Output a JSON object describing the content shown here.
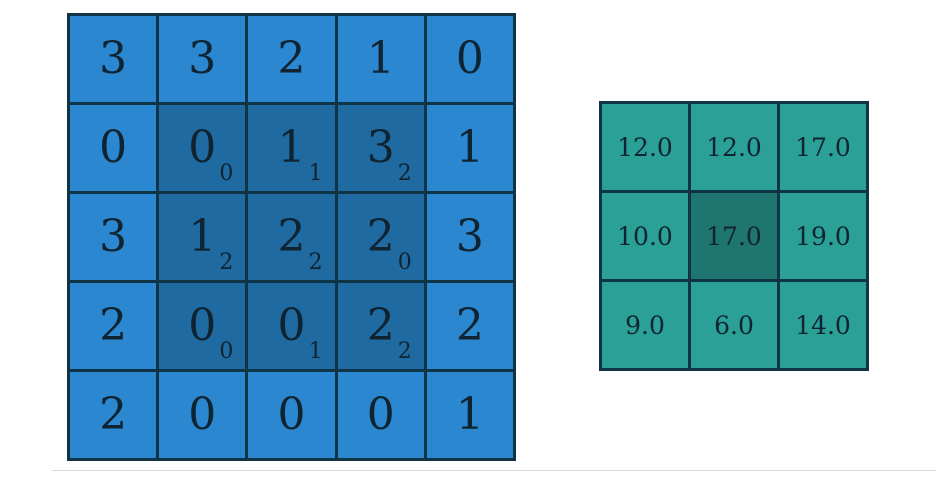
{
  "input": {
    "rows": [
      [
        {
          "v": "3"
        },
        {
          "v": "3"
        },
        {
          "v": "2"
        },
        {
          "v": "1"
        },
        {
          "v": "0"
        }
      ],
      [
        {
          "v": "0"
        },
        {
          "v": "0",
          "w": "0"
        },
        {
          "v": "1",
          "w": "1"
        },
        {
          "v": "3",
          "w": "2"
        },
        {
          "v": "1"
        }
      ],
      [
        {
          "v": "3"
        },
        {
          "v": "1",
          "w": "2"
        },
        {
          "v": "2",
          "w": "2"
        },
        {
          "v": "2",
          "w": "0"
        },
        {
          "v": "3"
        }
      ],
      [
        {
          "v": "2"
        },
        {
          "v": "0",
          "w": "0"
        },
        {
          "v": "0",
          "w": "1"
        },
        {
          "v": "2",
          "w": "2"
        },
        {
          "v": "2"
        }
      ],
      [
        {
          "v": "2"
        },
        {
          "v": "0"
        },
        {
          "v": "0"
        },
        {
          "v": "0"
        },
        {
          "v": "1"
        }
      ]
    ]
  },
  "output": {
    "rows": [
      [
        "12.0",
        "12.0",
        "17.0"
      ],
      [
        "10.0",
        "17.0",
        "19.0"
      ],
      [
        "9.0",
        "6.0",
        "14.0"
      ]
    ],
    "active": [
      1,
      1
    ]
  },
  "colors": {
    "input_cell": "#2a87d0",
    "kernel_cell": "#1f6aa1",
    "output_cell": "#2aa096",
    "output_active": "#1f756f",
    "border": "#0f3446"
  }
}
